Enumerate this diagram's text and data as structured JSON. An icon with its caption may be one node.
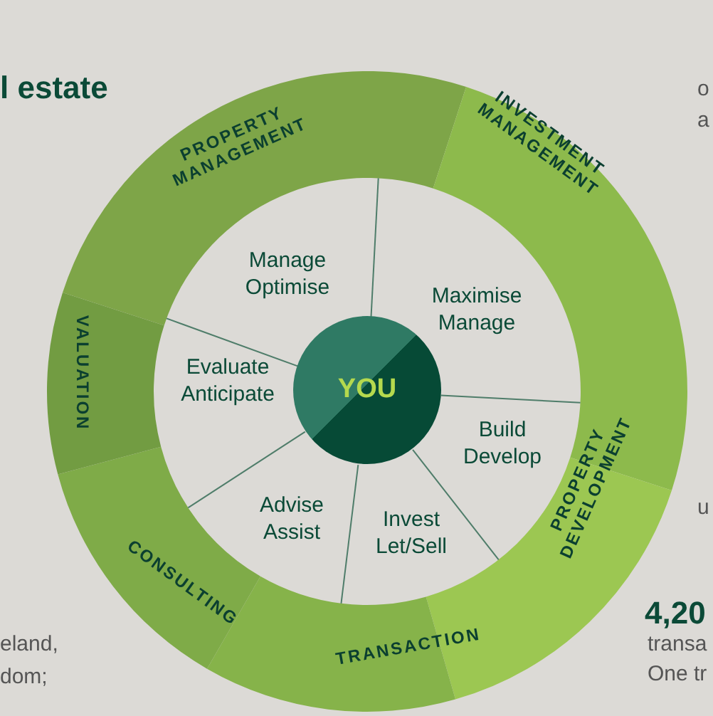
{
  "diagram": {
    "nodes": [
      {
        "text": [
          "YOU"
        ]
      },
      {
        "text": [
          "Manage Optimise"
        ]
      },
      {
        "text": [
          "Maximise Manage"
        ]
      },
      {
        "text": [
          "Build Develop"
        ]
      },
      {
        "text": [
          "Invest Let/Sell"
        ]
      },
      {
        "text": [
          "Advise Assist"
        ]
      },
      {
        "text": [
          "Evaluate Anticipate"
        ]
      },
      {
        "text": [
          "PROPERTY MANAGEMENT"
        ]
      },
      {
        "text": [
          "INVESTMENT MANAGEMENT"
        ]
      },
      {
        "text": [
          "PROPERTY DEVELOPMENT"
        ]
      },
      {
        "text": [
          "TRANSACTION"
        ]
      },
      {
        "text": [
          "CONSULTING"
        ]
      },
      {
        "text": [
          "VALUATION"
        ]
      }
    ],
    "labels": [
      "l estate",
      "o",
      "a",
      "u",
      "4,20",
      "transa",
      "One tr",
      "eland,",
      "dom;"
    ]
  }
}
